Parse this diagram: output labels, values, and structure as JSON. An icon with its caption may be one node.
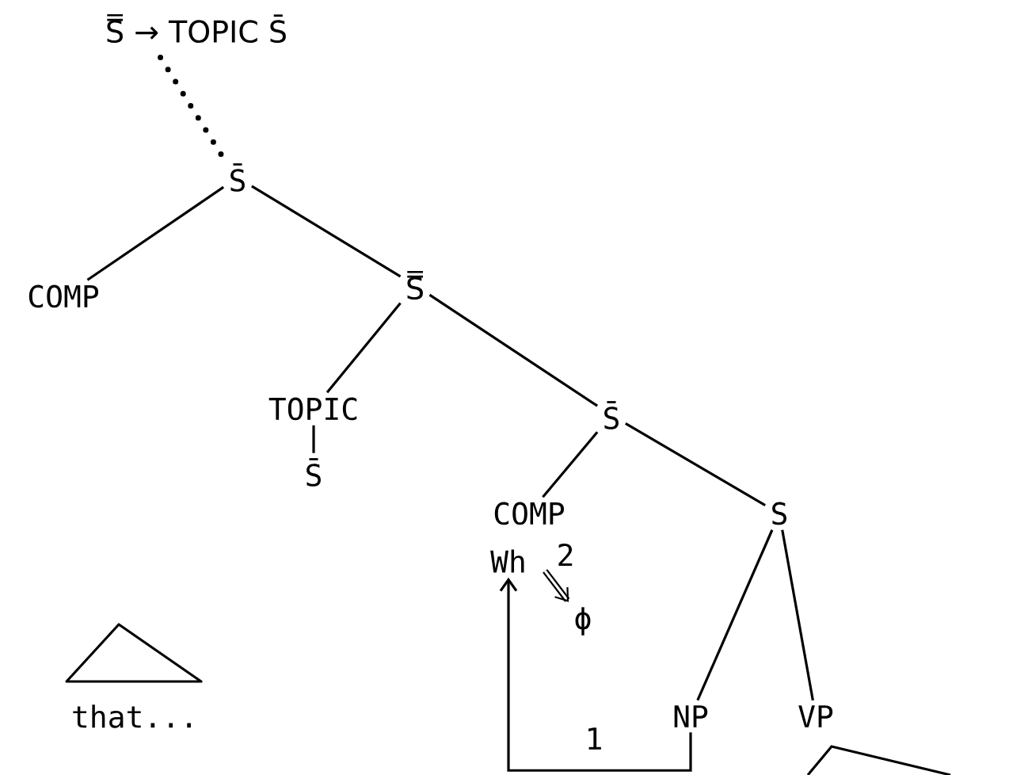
{
  "diagram": {
    "nodes": [
      {
        "text": [
          "S̿ → TOPIC S̄"
        ]
      },
      {
        "text": [
          "S̄"
        ]
      },
      {
        "text": [
          "COMP"
        ]
      },
      {
        "text": [
          "S̿"
        ]
      },
      {
        "text": [
          "TOPIC"
        ]
      },
      {
        "text": [
          "S̄"
        ]
      },
      {
        "text": [
          "S̄"
        ]
      },
      {
        "text": [
          "COMP"
        ]
      },
      {
        "text": [
          "S"
        ]
      },
      {
        "text": [
          "Wh"
        ]
      },
      {
        "text": [
          "2"
        ]
      },
      {
        "text": [
          "ϕ"
        ]
      },
      {
        "text": [
          "NP"
        ]
      },
      {
        "text": [
          "VP"
        ]
      }
    ],
    "edges": [
      {
        "from": 0,
        "to": 1,
        "arrow": "none",
        "style": "dashed"
      },
      {
        "from": 1,
        "to": 2,
        "arrow": "none"
      },
      {
        "from": 1,
        "to": 3,
        "arrow": "none"
      },
      {
        "from": 3,
        "to": 4,
        "arrow": "none"
      },
      {
        "from": 3,
        "to": 6,
        "arrow": "none"
      },
      {
        "from": 4,
        "to": 5,
        "arrow": "none"
      },
      {
        "from": 6,
        "to": 7,
        "arrow": "none"
      },
      {
        "from": 6,
        "to": 8,
        "arrow": "none"
      },
      {
        "from": 8,
        "to": 12,
        "arrow": "none"
      },
      {
        "from": 8,
        "to": 13,
        "arrow": "none"
      },
      {
        "from": 12,
        "to": 9,
        "arrow": "to",
        "label": "1"
      },
      {
        "from": 10,
        "to": 11,
        "arrow": "to",
        "style": "thick"
      }
    ],
    "labels": [
      "that..."
    ]
  }
}
